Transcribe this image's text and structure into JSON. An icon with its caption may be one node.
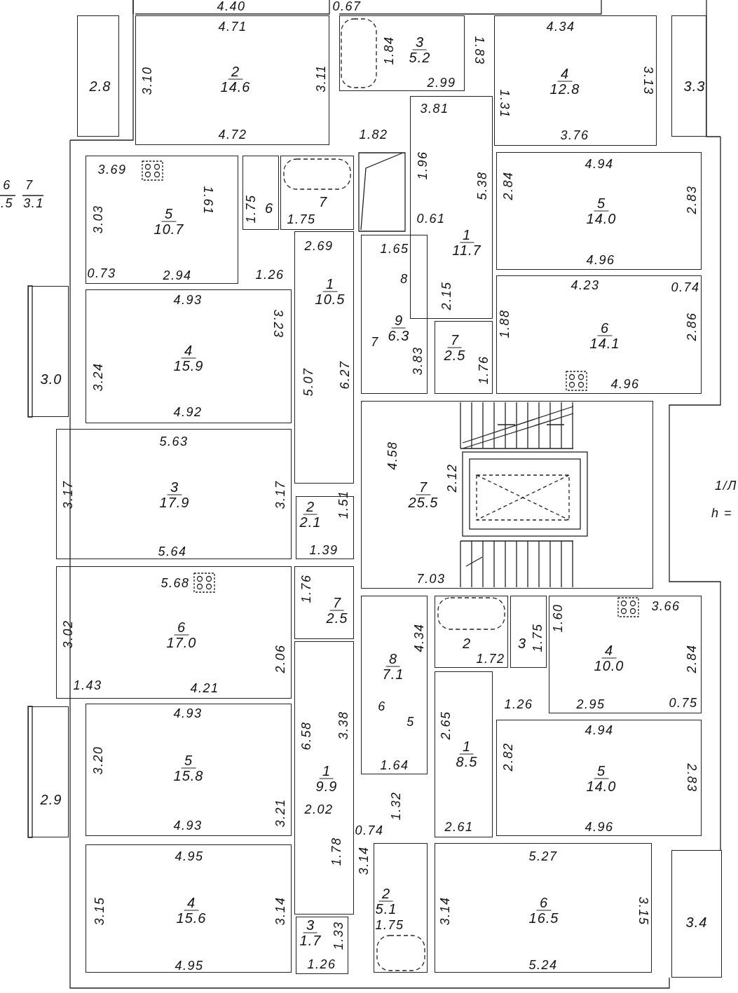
{
  "diagram": {
    "nodes": [
      {
        "text": [
          "2.8"
        ]
      },
      {
        "text": [
          "2",
          "14.6"
        ]
      },
      {
        "text": [
          "3",
          "5.2"
        ]
      },
      {
        "text": [
          "4",
          "12.8"
        ]
      },
      {
        "text": [
          "3.3"
        ]
      },
      {
        "text": [
          "5",
          "10.7"
        ]
      },
      {
        "text": [
          "6"
        ]
      },
      {
        "text": [
          "7"
        ]
      },
      {
        "text": [
          "1",
          "11.7"
        ]
      },
      {
        "text": [
          "5",
          "14.0"
        ]
      },
      {
        "text": [
          "1",
          "10.5"
        ]
      },
      {
        "text": [
          "6",
          "14.1"
        ]
      },
      {
        "text": [
          "9",
          "6.3"
        ]
      },
      {
        "text": [
          "7",
          "2.5"
        ]
      },
      {
        "text": [
          "4",
          "15.9"
        ]
      },
      {
        "text": [
          "3.0"
        ]
      },
      {
        "text": [
          "3",
          "17.9"
        ]
      },
      {
        "text": [
          "2",
          "2.1"
        ]
      },
      {
        "text": [
          "7",
          "25.5"
        ]
      },
      {
        "text": [
          "6",
          "17.0"
        ]
      },
      {
        "text": [
          "7",
          "2.5"
        ]
      },
      {
        "text": [
          "8",
          "7.1"
        ]
      },
      {
        "text": [
          "2"
        ]
      },
      {
        "text": [
          "3"
        ]
      },
      {
        "text": [
          "4",
          "10.0"
        ]
      },
      {
        "text": [
          "1",
          "9.9"
        ]
      },
      {
        "text": [
          "1",
          "8.5"
        ]
      },
      {
        "text": [
          "5",
          "15.8"
        ]
      },
      {
        "text": [
          "5",
          "14.0"
        ]
      },
      {
        "text": [
          "2.9"
        ]
      },
      {
        "text": [
          "4",
          "15.6"
        ]
      },
      {
        "text": [
          "2",
          "5.1"
        ]
      },
      {
        "text": [
          "6",
          "16.5"
        ]
      },
      {
        "text": [
          "3",
          "1.7"
        ]
      },
      {
        "text": [
          "3.4"
        ]
      }
    ],
    "labels": [
      "4.40",
      "0.67",
      "4.71",
      "3.10",
      "3.11",
      "4.72",
      "1.84",
      "2.99",
      "1.83",
      "4.34",
      "3.13",
      "1.31",
      "3.81",
      "1.82",
      "3.76",
      "1.96",
      "5.38",
      "2.84",
      "4.94",
      "2.83",
      "0.61",
      "4.96",
      "3.69",
      "1.61",
      "1.75",
      "1.75",
      "2.69",
      "3.03",
      "0.73",
      "2.94",
      "1.26",
      "1.65",
      "8",
      "4.23",
      "0.74",
      "2.15",
      "1.88",
      "2.86",
      "4.93",
      "3.23",
      "7",
      "3.24",
      "5.07",
      "6.27",
      "3.83",
      "1.76",
      "4.96",
      "4.92",
      "6",
      ".5",
      "7",
      "3.1",
      "5.63",
      "4.58",
      "2.12",
      "1/Л",
      "h =",
      "3.17",
      "3.17",
      "1.51",
      "5.64",
      "1.39",
      "7.03",
      "5.68",
      "1.76",
      "3.02",
      "2.06",
      "4.34",
      "1.72",
      "1.75",
      "1.60",
      "3.66",
      "2.84",
      "1.43",
      "4.21",
      "1.26",
      "2.95",
      "0.75",
      "4.93",
      "6.58",
      "3.38",
      "2.65",
      "6",
      "5",
      "4.94",
      "3.20",
      "2.82",
      "2.83",
      "1.64",
      "3.21",
      "2.02",
      "1.32",
      "4.93",
      "0.74",
      "2.61",
      "4.96",
      "4.95",
      "5.27",
      "1.78",
      "3.14",
      "3.15",
      "3.14",
      "3.14",
      "3.15",
      "1.33",
      "1.75",
      "4.95",
      "1.26",
      "5.24"
    ]
  }
}
